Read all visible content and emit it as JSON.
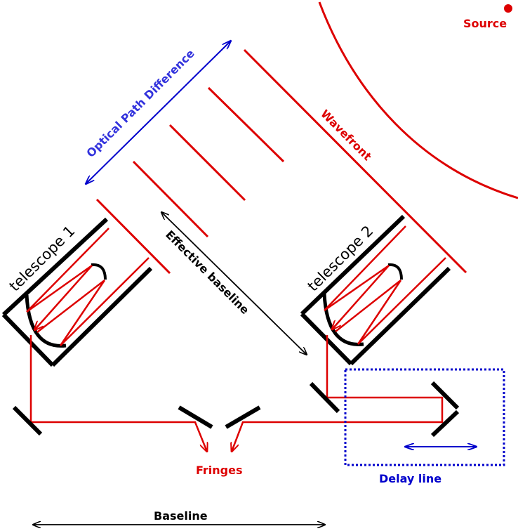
{
  "labels": {
    "source": "Source",
    "wavefront": "Wavefront",
    "opd": "Optical Path Difference",
    "effective_baseline": "Effective baseline",
    "telescope1": "telescope 1",
    "telescope2": "telescope 2",
    "fringes": "Fringes",
    "delay_line": "Delay line",
    "baseline": "Baseline"
  },
  "colors": {
    "light": "#dd0000",
    "optics": "#000000",
    "annotation": "#0000cc"
  }
}
